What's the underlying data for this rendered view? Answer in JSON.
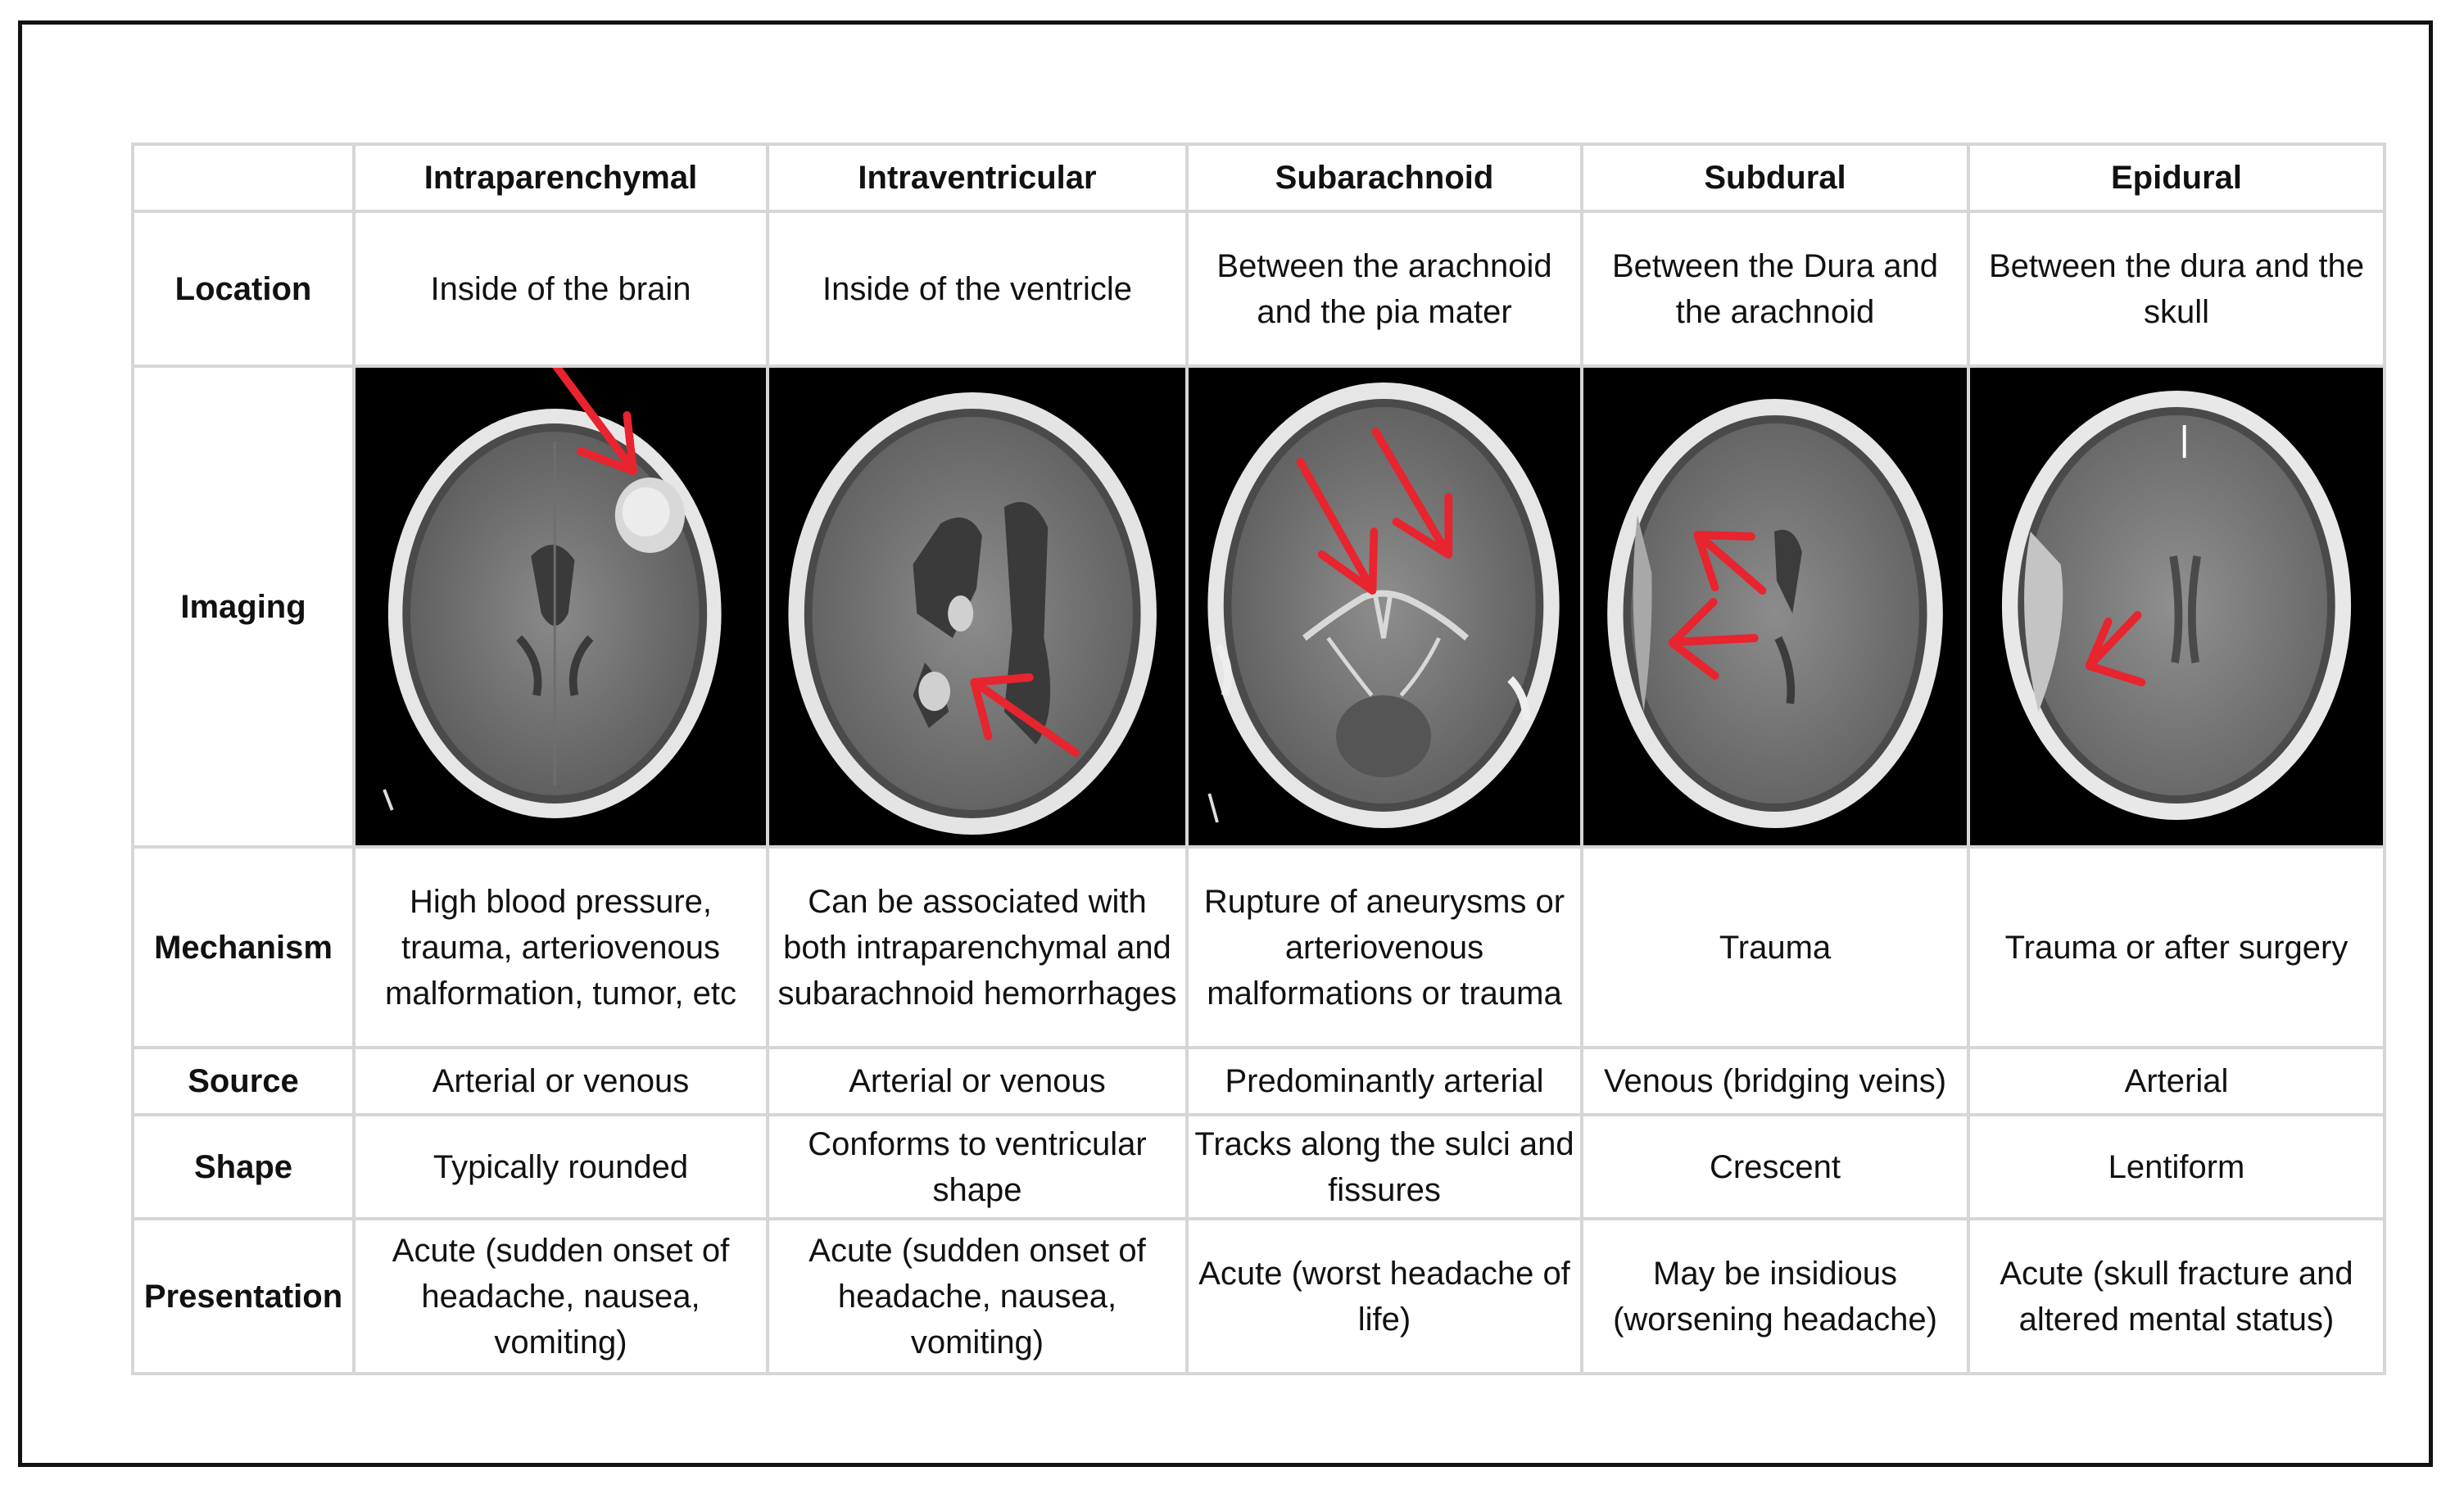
{
  "columns": [
    "",
    "Intraparenchymal",
    "Intraventricular",
    "Subarachnoid",
    "Subdural",
    "Epidural"
  ],
  "rows": {
    "location": {
      "label": "Location",
      "cells": [
        "Inside of the brain",
        "Inside of the ventricle",
        "Between the arachnoid and the pia mater",
        "Between the Dura and the arachnoid",
        "Between the dura and the skull"
      ]
    },
    "imaging": {
      "label": "Imaging"
    },
    "mechanism": {
      "label": "Mechanism",
      "cells": [
        "High blood pressure, trauma, arteriovenous malformation, tumor, etc",
        "Can be associated with both intraparenchymal and subarachnoid hemorrhages",
        "Rupture of aneurysms or arteriovenous malformations or trauma",
        "Trauma",
        "Trauma or after surgery"
      ]
    },
    "source": {
      "label": "Source",
      "cells": [
        "Arterial or venous",
        "Arterial or venous",
        "Predominantly arterial",
        "Venous (bridging veins)",
        "Arterial"
      ]
    },
    "shape": {
      "label": "Shape",
      "cells": [
        "Typically rounded",
        "Conforms to ventricular shape",
        "Tracks along the sulci and fissures",
        "Crescent",
        "Lentiform"
      ]
    },
    "presentation": {
      "label": "Presentation",
      "cells": [
        "Acute (sudden onset of headache, nausea, vomiting)",
        "Acute (sudden onset of headache, nausea, vomiting)",
        "Acute (worst headache of life)",
        "May be insidious (worsening headache)",
        "Acute (skull fracture and altered mental status)"
      ]
    }
  },
  "colors": {
    "arrow": "#e8242f",
    "grid_border": "#d6d6d6",
    "frame_border": "#111111",
    "scan_background": "#000000"
  }
}
